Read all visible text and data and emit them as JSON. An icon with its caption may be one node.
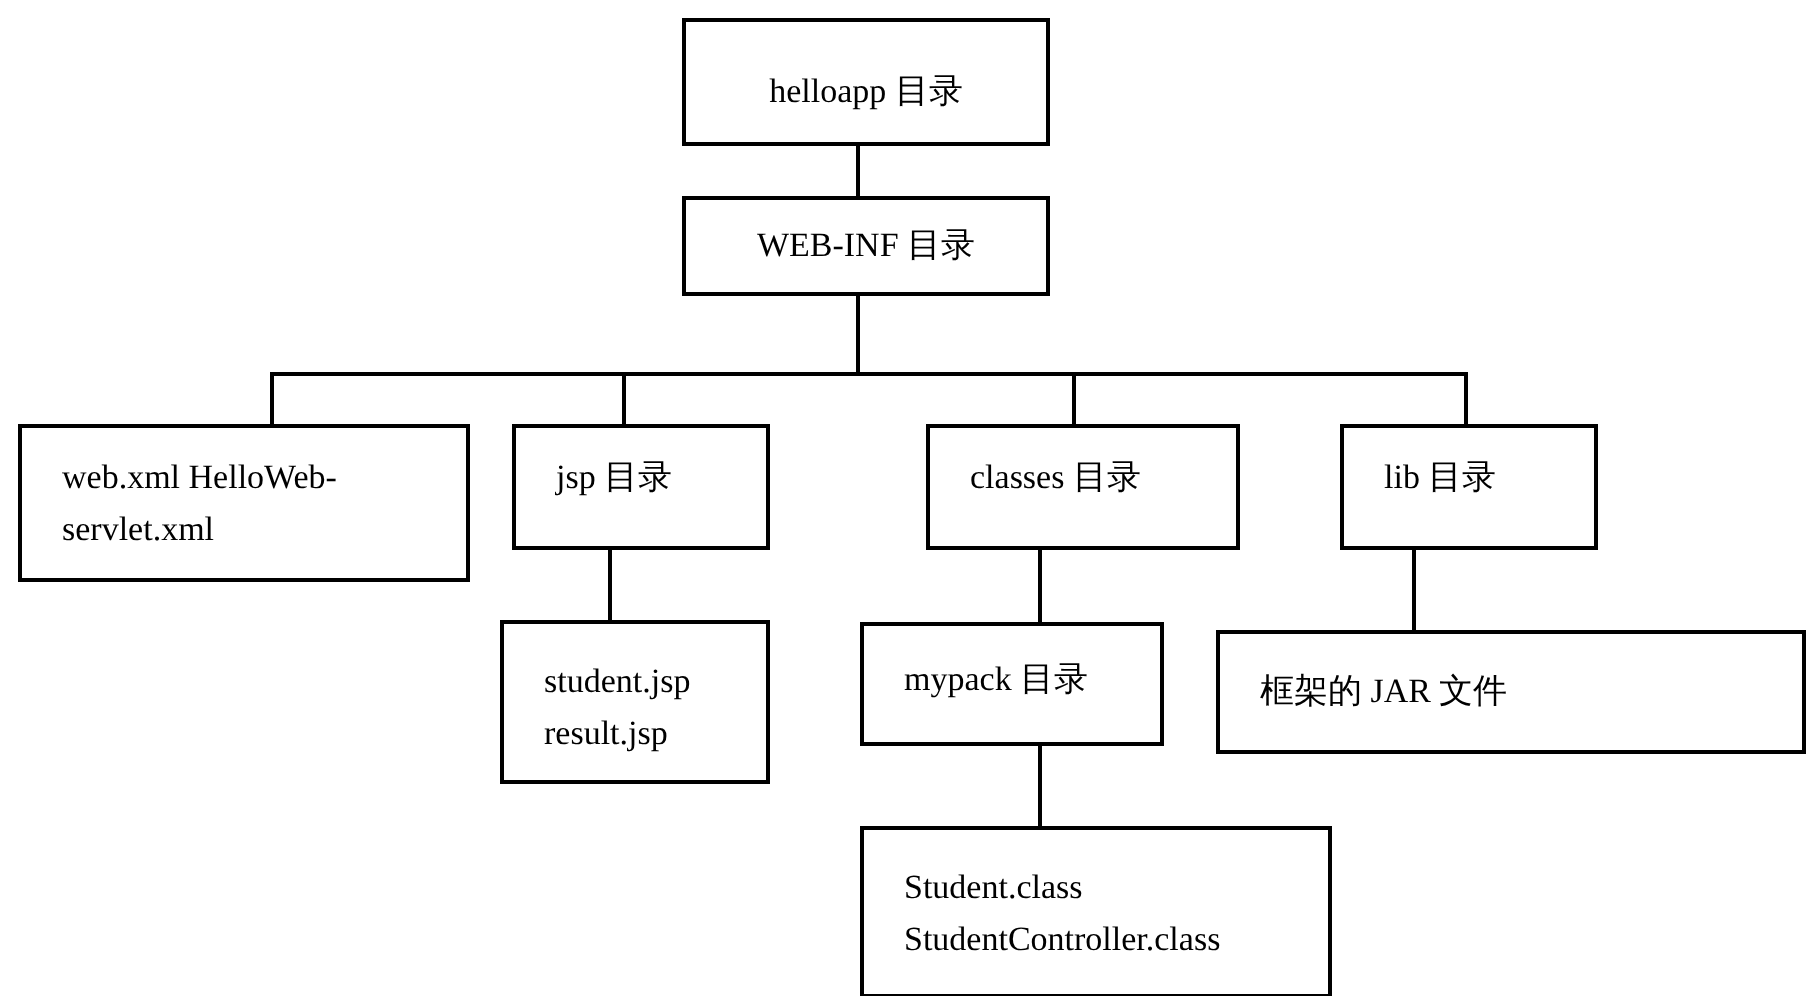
{
  "diagram": {
    "nodes": [
      {
        "text": [
          "helloapp 目录"
        ]
      },
      {
        "text": [
          "WEB-INF 目录"
        ]
      },
      {
        "text": [
          "web.xml HelloWeb-servlet.xml"
        ]
      },
      {
        "text": [
          "jsp 目录"
        ]
      },
      {
        "text": [
          "classes 目录"
        ]
      },
      {
        "text": [
          "lib 目录"
        ]
      },
      {
        "text": [
          "student.jsp result.jsp"
        ]
      },
      {
        "text": [
          "mypack 目录"
        ]
      },
      {
        "text": [
          "框架的 JAR 文件"
        ]
      },
      {
        "text": [
          "Student.class StudentController.class"
        ]
      }
    ],
    "edges": [
      {
        "from": 0,
        "to": 1,
        "arrow": "none"
      },
      {
        "from": 1,
        "to": 2,
        "arrow": "none"
      },
      {
        "from": 1,
        "to": 3,
        "arrow": "none"
      },
      {
        "from": 1,
        "to": 4,
        "arrow": "none"
      },
      {
        "from": 1,
        "to": 5,
        "arrow": "none"
      },
      {
        "from": 3,
        "to": 6,
        "arrow": "none"
      },
      {
        "from": 4,
        "to": 7,
        "arrow": "none"
      },
      {
        "from": 5,
        "to": 8,
        "arrow": "none"
      },
      {
        "from": 7,
        "to": 9,
        "arrow": "none"
      }
    ]
  }
}
